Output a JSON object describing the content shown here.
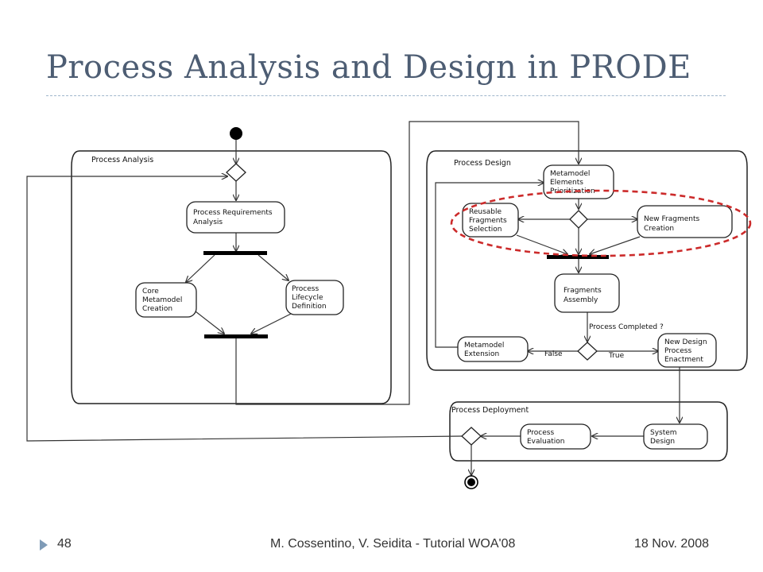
{
  "slide": {
    "title": "Process Analysis and Design in PRODE",
    "page_number": "48",
    "author": "M. Cossentino, V. Seidita - Tutorial WOA'08",
    "date": "18 Nov. 2008",
    "accent_color": "#7f9bb7",
    "title_color": "#4d5d73",
    "highlight_color": "#cc2b2b"
  },
  "diagram": {
    "partitions": {
      "analysis": "Process Analysis",
      "design": "Process Design",
      "deployment": "Process Deployment"
    },
    "activities": {
      "requirements": [
        "Process Requirements",
        "Analysis"
      ],
      "core_metamodel": [
        "Core",
        "Metamodel",
        "Creation"
      ],
      "lifecycle": [
        "Process",
        "Lifecycle",
        "Definition"
      ],
      "metamodel_elements": [
        "Metamodel",
        "Elements",
        "Prioritization"
      ],
      "reusable": [
        "Reusable",
        "Fragments",
        "Selection"
      ],
      "new_fragments": [
        "New Fragments",
        "Creation"
      ],
      "fragments_assembly": [
        "Fragments",
        "Assembly"
      ],
      "metamodel_extension": [
        "Metamodel",
        "Extension"
      ],
      "new_design": [
        "New Design",
        "Process",
        "Enactment"
      ],
      "system_design": [
        "System",
        "Design"
      ],
      "process_evaluation": [
        "Process",
        "Evaluation"
      ]
    },
    "labels": {
      "process_completed": "Process Completed ?",
      "false": "False",
      "true": "True"
    }
  }
}
